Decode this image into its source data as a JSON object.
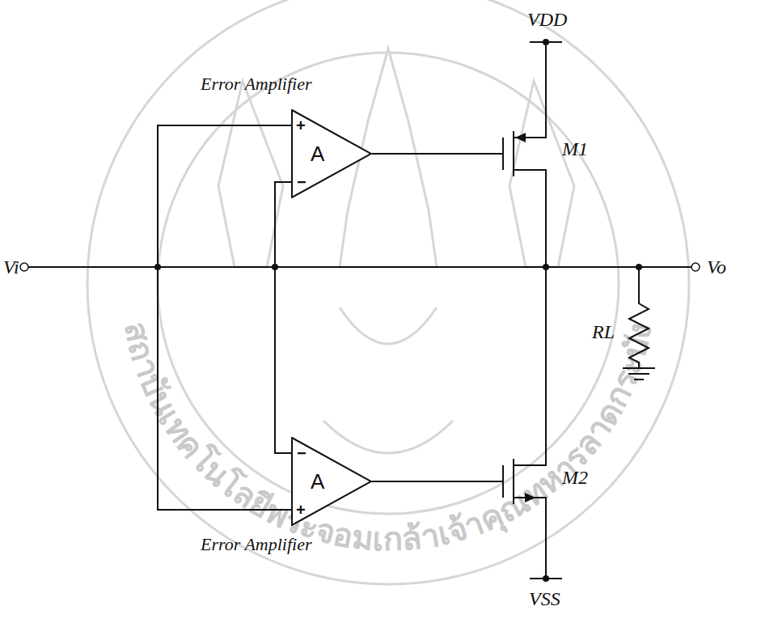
{
  "diagram": {
    "nodes": [
      {
        "text": [
          "Error Amplifier",
          "+",
          "−",
          "A"
        ]
      },
      {
        "text": [
          "−",
          "+",
          "A",
          "Error Amplifier"
        ]
      }
    ],
    "labels": [
      "VDD",
      "M1",
      "Vi",
      "Vo",
      "RL",
      "M2",
      "VSS",
      "สถาบันเทคโนโลยีพระจอมเกล้าเจ้าคุณทหารลาดกระบัง"
    ]
  }
}
